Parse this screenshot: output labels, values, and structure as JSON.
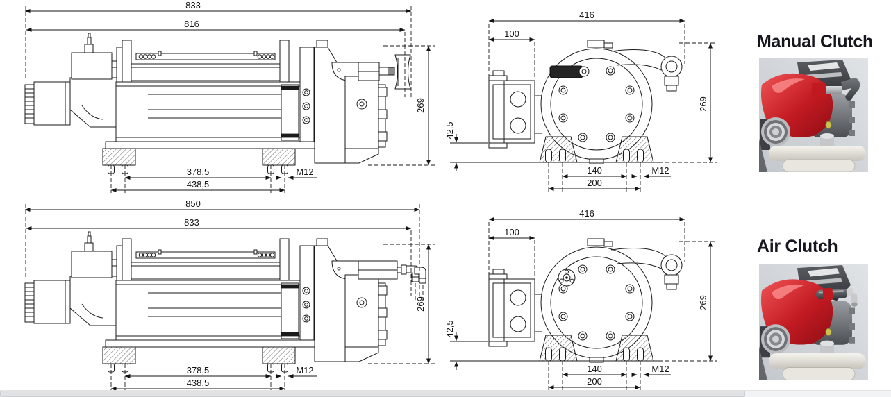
{
  "sheet": {
    "background": "#ffffff",
    "line_color": "#1a1a1a",
    "dimension_text_color": "#141414",
    "title_text_color": "#16161f"
  },
  "manual": {
    "title": "Manual Clutch",
    "side_view": {
      "overall_length": "833",
      "frame_length": "816",
      "overall_height": "269",
      "foot_bolt_span_inner": "378,5",
      "foot_bolt_span_outer": "438,5",
      "foot_bolt_thread": "M12"
    },
    "front_view": {
      "overall_width": "416",
      "motor_side_width": "100",
      "foot_height": "42,5",
      "overall_height": "269",
      "foot_bolt_span_inner": "140",
      "foot_bolt_span_outer": "200",
      "foot_bolt_thread": "M12"
    }
  },
  "air": {
    "title": "Air Clutch",
    "side_view": {
      "overall_length": "850",
      "frame_length": "833",
      "overall_height": "269",
      "foot_bolt_span_inner": "378,5",
      "foot_bolt_span_outer": "438,5",
      "foot_bolt_thread": "M12"
    },
    "front_view": {
      "overall_width": "416",
      "motor_side_width": "100",
      "foot_height": "42,5",
      "overall_height": "269",
      "foot_bolt_span_inner": "140",
      "foot_bolt_span_outer": "200",
      "foot_bolt_thread": "M12"
    }
  },
  "photos": {
    "winch_red": "#c21a22",
    "photo_background": "#ced3d7"
  },
  "scrollbar": {
    "track_color": "#f2f3f4",
    "thumb_color": "#e0e2e4"
  }
}
